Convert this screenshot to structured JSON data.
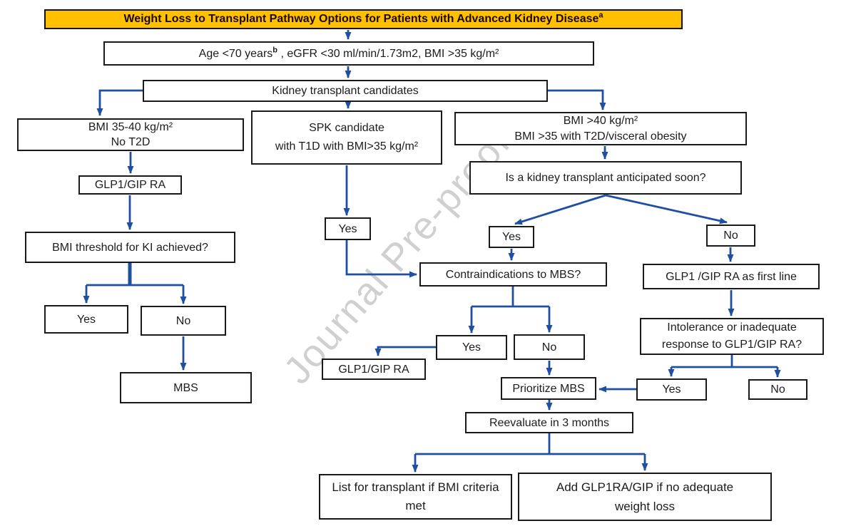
{
  "title": {
    "text": "Weight Loss to Transplant Pathway Options for Patients with Advanced Kidney Disease",
    "sup": "a"
  },
  "watermark": "Journal Pre-proof",
  "colors": {
    "title_bg": "#FFC000",
    "arrow_blue": "#1e4fa1",
    "box_border": "#1a1a1a",
    "watermark_gray": "#aaaaaa"
  },
  "nodes": {
    "age": {
      "pre": "Age <70 years",
      "sup": "b",
      "post": " , eGFR <30 ml/min/1.73m2, BMI >35 kg/m²"
    },
    "kidney_candidates": {
      "text": "Kidney transplant candidates"
    },
    "bmi_35_40": {
      "line1": "BMI 35-40 kg/m²",
      "line2": "No T2D"
    },
    "glp1_gip_ra_left": {
      "text": "GLP1/GIP RA"
    },
    "bmi_threshold": {
      "text": "BMI threshold for KI achieved?"
    },
    "yes_threshold": {
      "text": "Yes"
    },
    "no_threshold": {
      "text": "No"
    },
    "mbs": {
      "text": "MBS"
    },
    "spk": {
      "line1": "SPK candidate",
      "line2": "with T1D with BMI>35 kg/m²"
    },
    "yes_spk": {
      "text": "Yes"
    },
    "bmi_40": {
      "line1": "BMI >40 kg/m²",
      "line2": "BMI >35 with T2D/visceral obesity"
    },
    "anticipated": {
      "text": "Is a kidney transplant anticipated soon?"
    },
    "yes_anticipated": {
      "text": "Yes"
    },
    "no_anticipated": {
      "text": "No"
    },
    "contraindications": {
      "text": "Contraindications to MBS?"
    },
    "glp1_first_line": {
      "text": "GLP1 /GIP RA as first line"
    },
    "yes_contra": {
      "text": "Yes"
    },
    "no_contra": {
      "text": "No"
    },
    "glp1_gip_ra_2": {
      "text": "GLP1/GIP RA"
    },
    "intolerance": {
      "line1": "Intolerance or inadequate",
      "line2": "response to GLP1/GIP RA?"
    },
    "yes_intolerance": {
      "text": "Yes"
    },
    "no_intolerance": {
      "text": "No"
    },
    "prioritize_mbs": {
      "text": "Prioritize MBS"
    },
    "reevaluate": {
      "text": "Reevaluate in 3 months"
    },
    "list_transplant": {
      "line1": "List for transplant if BMI criteria",
      "line2": "met"
    },
    "add_glp1": {
      "line1": "Add GLP1RA/GIP if no adequate",
      "line2": "weight loss"
    }
  }
}
